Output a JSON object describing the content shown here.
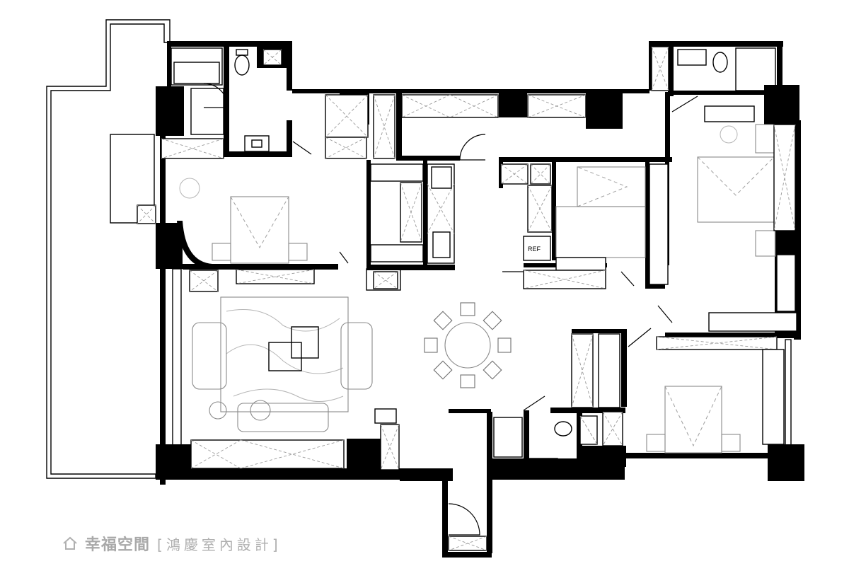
{
  "labels": {
    "refrigerator": "REF"
  },
  "watermark": {
    "logo_icon": "house-outline-icon",
    "brand": "幸福空間",
    "studio": "[鴻慶室內設計]"
  },
  "colors": {
    "wall": "#000000",
    "furniture": "#8a8a8a",
    "watermark": "#b0b0b0"
  }
}
